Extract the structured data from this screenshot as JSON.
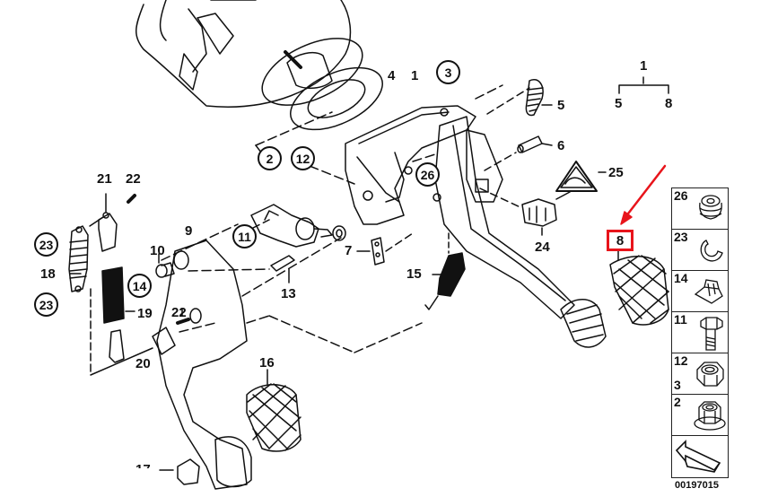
{
  "diagram": {
    "title": "Pedal assembly exploded view",
    "part_number": "00197015",
    "accent_color": "#e8141b",
    "line_color": "#111111"
  },
  "labels": {
    "l1": "1",
    "l4": "4",
    "l5": "5",
    "l6": "6",
    "l7": "7",
    "l9": "9",
    "l10": "10",
    "l13": "13",
    "l15": "15",
    "l16": "16",
    "l17": "17",
    "l18": "18",
    "l19": "19",
    "l20": "20",
    "l21": "21",
    "l22a": "22",
    "l22b": "22",
    "l24": "24",
    "l25": "25"
  },
  "circled_labels": {
    "c2": "2",
    "c3": "3",
    "c11": "11",
    "c12": "12",
    "c14": "14",
    "c23a": "23",
    "c23b": "23",
    "c26": "26"
  },
  "assembly_tree": {
    "parent": "1",
    "children": [
      "5",
      "8"
    ]
  },
  "highlighted_part": {
    "label": "8",
    "arrow_icon": "red-arrow-icon"
  },
  "legend": {
    "items": [
      {
        "numbers": [
          "26"
        ],
        "icon": "rubber-bushing-icon"
      },
      {
        "numbers": [
          "23"
        ],
        "icon": "circlip-icon"
      },
      {
        "numbers": [
          "14"
        ],
        "icon": "clip-nut-icon"
      },
      {
        "numbers": [
          "11"
        ],
        "icon": "hex-bolt-icon"
      },
      {
        "numbers": [
          "12",
          "3"
        ],
        "icon": "hex-nut-icon"
      },
      {
        "numbers": [
          "2"
        ],
        "icon": "flange-nut-icon"
      },
      {
        "numbers": [],
        "icon": "direction-arrow-icon"
      }
    ]
  }
}
